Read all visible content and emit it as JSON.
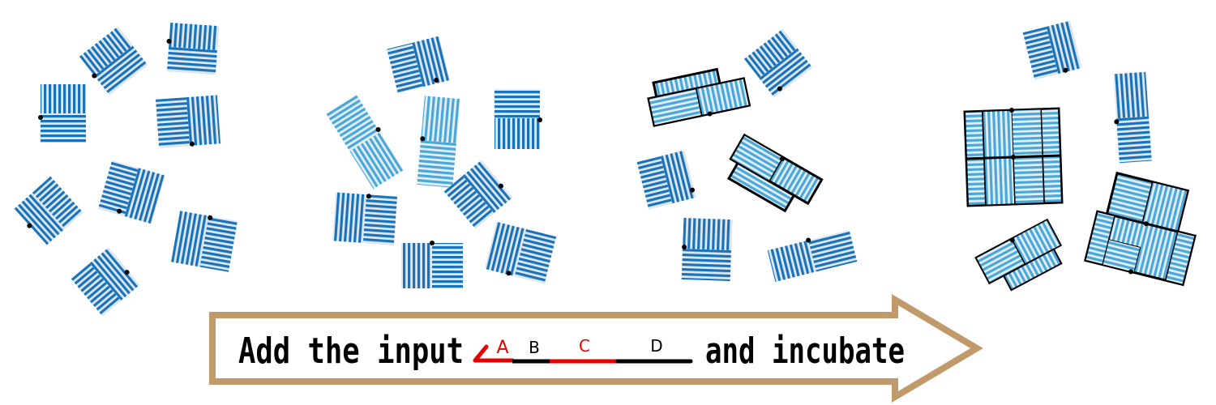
{
  "instruction": {
    "prefix": "Add the input",
    "suffix": "and incubate"
  },
  "input_strand": {
    "segments": [
      {
        "label": "A",
        "color": "#e60000"
      },
      {
        "label": "B",
        "color": "#000000"
      },
      {
        "label": "C",
        "color": "#e60000"
      },
      {
        "label": "D",
        "color": "#000000"
      }
    ]
  },
  "colors": {
    "tile_stripe_dark": "#1a73b8",
    "tile_stripe_light": "#4aa8d8",
    "tile_bg": "#d9e4ee",
    "arrow_border": "#c19a6b",
    "outline": "#000000"
  }
}
